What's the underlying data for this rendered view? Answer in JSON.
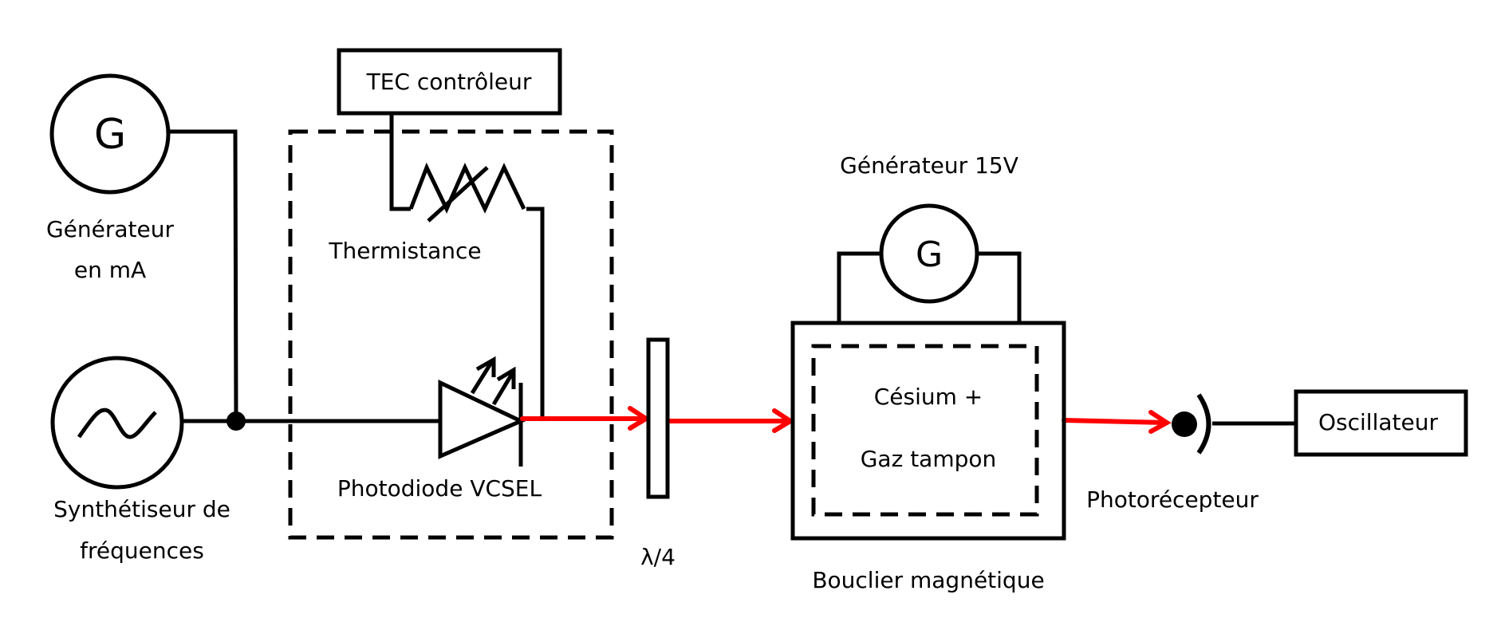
{
  "diagram": {
    "title": "",
    "colors": {
      "wire": "#000000",
      "beam": "#ff0000",
      "background": "#ffffff"
    },
    "components": {
      "current_generator": {
        "symbol": "G",
        "label_line1": "Générateur",
        "label_line2": "en mA"
      },
      "frequency_synthesizer": {
        "symbol": "sine-wave",
        "label_line1": "Synthétiseur  de",
        "label_line2": "fréquences"
      },
      "tec_controller": {
        "label": "TEC contrôleur"
      },
      "thermistor": {
        "label": "Thermistance"
      },
      "vcsel": {
        "label": "Photodiode VCSEL"
      },
      "quarter_wave_plate": {
        "label": "λ/4"
      },
      "voltage_generator": {
        "symbol": "G",
        "label": "Générateur  15V"
      },
      "cell": {
        "line1": "Césium +",
        "line2": "Gaz tampon"
      },
      "magnetic_shield": {
        "label": "Bouclier  magnétique"
      },
      "photodetector": {
        "label": "Photorécepteur"
      },
      "oscillator": {
        "label": "Oscillateur"
      }
    }
  }
}
